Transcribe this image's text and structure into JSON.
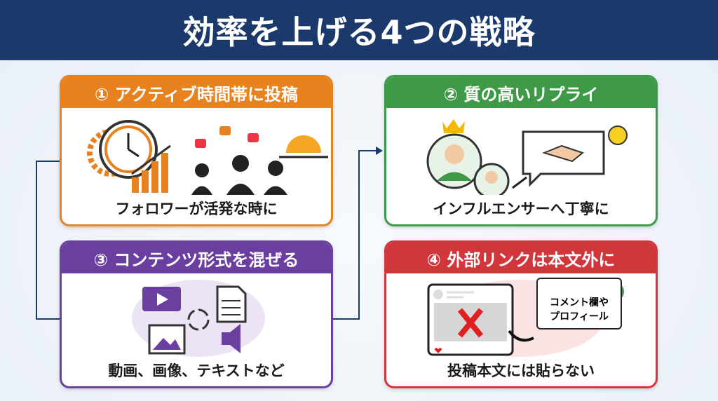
{
  "title": "効率を上げる4つの戦略",
  "cards": [
    {
      "header": "① アクティブ時間帯に投稿",
      "caption": "フォロワーが活発な時に",
      "color": "#e8821e"
    },
    {
      "header": "② 質の高いリプライ",
      "caption": "インフルエンサーへ丁寧に",
      "color": "#3e9a47"
    },
    {
      "header": "③ コンテンツ形式を混ぜる",
      "caption": "動画、画像、テキストなど",
      "color": "#6b3fa0"
    },
    {
      "header": "④ 外部リンクは本文外に",
      "caption": "投稿本文には貼らない",
      "color": "#d0363a",
      "note_line1": "コメント欄や",
      "note_line2": "プロフィール"
    }
  ]
}
